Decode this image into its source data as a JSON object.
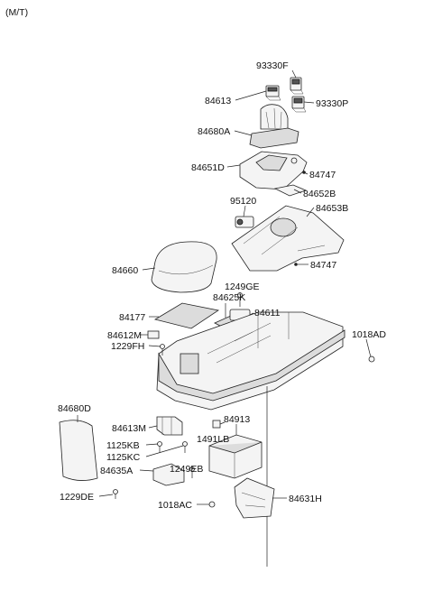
{
  "header": "(M/T)",
  "labels": {
    "l93330F": "93330F",
    "l84613": "84613",
    "l93330P": "93330P",
    "l84680A": "84680A",
    "l84651D": "84651D",
    "l84747a": "84747",
    "l84652B": "84652B",
    "l95120": "95120",
    "l84653B": "84653B",
    "l84747b": "84747",
    "l84660": "84660",
    "l84625K": "84625K",
    "l1249GE": "1249GE",
    "l84177": "84177",
    "l84611": "84611",
    "l84612M": "84612M",
    "l1229FH": "1229FH",
    "l1018AD": "1018AD",
    "l84680D": "84680D",
    "l84613M": "84613M",
    "l84913": "84913",
    "l1491LB": "1491LB",
    "l1125KB": "1125KB",
    "l1125KC": "1125KC",
    "l84635A": "84635A",
    "l1249EB": "1249EB",
    "l1229DE": "1229DE",
    "l1018AC": "1018AC",
    "l84631H": "84631H"
  }
}
